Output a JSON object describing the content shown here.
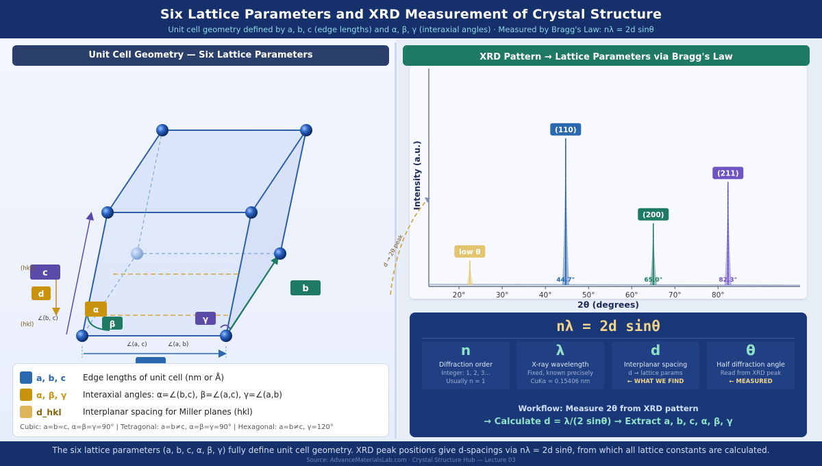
{
  "header": {
    "title": "Six Lattice Parameters and XRD Measurement of Crystal Structure",
    "subtitle": "Unit cell geometry defined by a, b, c (edge lengths) and α, β, γ (interaxial angles) · Measured by Bragg's Law: nλ = 2d sinθ"
  },
  "left": {
    "title": "Unit Cell Geometry — Six Lattice Parameters",
    "cell_labels": {
      "c": "c",
      "d": "d",
      "b": "b",
      "alpha": "α",
      "beta": "β",
      "gamma": "γ",
      "hkl_top": "(hkl)",
      "hkl_bottom": "(hkl)",
      "angle_bc": "∠(b, c)",
      "angle_ac": "∠(a, c)",
      "angle_ab": "∠(a, b)"
    },
    "legend": [
      {
        "key": "a, b, c",
        "desc": "Edge lengths of unit cell (nm or Å)",
        "color": "#2a68b0"
      },
      {
        "key": "α, β, γ",
        "desc": "Interaxial angles: α=∠(b,c), β=∠(a,c), γ=∠(a,b)",
        "color": "#c9930d"
      },
      {
        "key": "d_hkl",
        "desc": "Interplanar spacing for Miller planes (hkl)",
        "color": "#dcb45a"
      }
    ],
    "legend_footer": "Cubic: a=b=c, α=β=γ=90° | Tetragonal: a=b≠c, α=β=γ=90° | Hexagonal: a=b≠c, γ=120°"
  },
  "right": {
    "title": "XRD Pattern → Lattice Parameters via Bragg's Law",
    "chart_data": {
      "type": "line",
      "xlabel": "2θ (degrees)",
      "ylabel": "Intensity (a.u.)",
      "xticks": [
        "20°",
        "30°",
        "40°",
        "50°",
        "60°",
        "70°",
        "80°"
      ],
      "xlim": [
        13,
        99
      ],
      "ylim": [
        0,
        1
      ],
      "grid": false,
      "peaks": [
        {
          "x": 22.5,
          "y": 0.12,
          "label": "low θ",
          "value_label": "",
          "color": "#e3c56f"
        },
        {
          "x": 44.7,
          "y": 0.68,
          "label": "(110)",
          "value_label": "44.7°",
          "color": "#2a68b0"
        },
        {
          "x": 65.0,
          "y": 0.29,
          "label": "(200)",
          "value_label": "65.0°",
          "color": "#1f7a64"
        },
        {
          "x": 82.3,
          "y": 0.48,
          "label": "(211)",
          "value_label": "82.3°",
          "color": "#6f55c3"
        }
      ],
      "annotation": "d → 2θ peak"
    },
    "bragg": {
      "equation": "nλ = 2d sinθ",
      "terms": [
        {
          "symbol": "n",
          "name": "Diffraction order",
          "line1": "Integer: 1, 2, 3...",
          "line2": "Usually n = 1",
          "highlight": false
        },
        {
          "symbol": "λ",
          "name": "X-ray wavelength",
          "line1": "Fixed, known precisely",
          "line2": "CuKα = 0.15406 nm",
          "highlight": false
        },
        {
          "symbol": "d",
          "name": "Interplanar spacing",
          "line1": "d → lattice params",
          "line2": "← WHAT WE FIND",
          "highlight": true
        },
        {
          "symbol": "θ",
          "name": "Half diffraction angle",
          "line1": "Read from XRD peak",
          "line2": "← MEASURED",
          "highlight": true
        }
      ],
      "workflow1": "Workflow: Measure 2θ from XRD pattern",
      "workflow2": "→ Calculate d = λ/(2 sinθ) → Extract a, b, c, α, β, γ"
    }
  },
  "footer": {
    "text": "The six lattice parameters (a, b, c, α, β, γ) fully define unit cell geometry. XRD peak positions give d-spacings via nλ = 2d sinθ, from which all lattice constants are calculated.",
    "source": "Source: AdvanceMaterialsLab.com · Crystal Structure Hub — Lecture 03"
  }
}
